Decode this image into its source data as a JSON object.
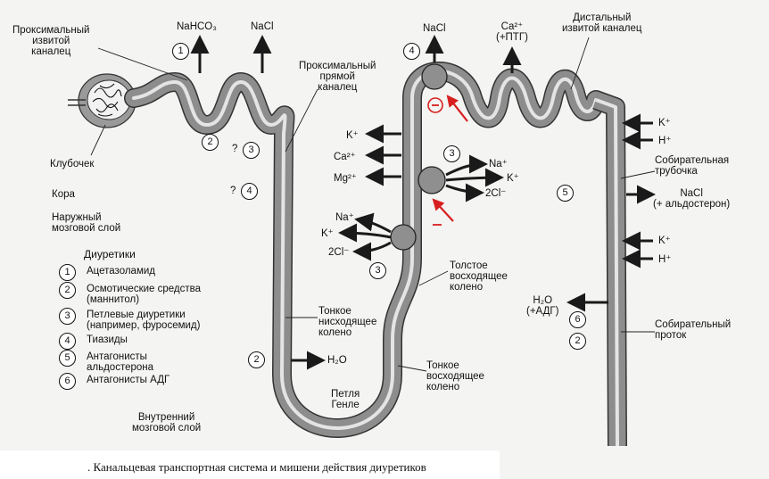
{
  "labels": {
    "proximal_convoluted": "Проксимальный\nизвитой\nканалец",
    "nahco3": "NaHCO₃",
    "nacl_top1": "NaCl",
    "proximal_straight": "Проксимальный\nпрямой\nканалец",
    "nacl_top2": "NaCl",
    "ca_pth": "Ca²⁺\n(+ПТГ)",
    "distal_convoluted": "Дистальный\nизвитой каналец",
    "glomerulus": "Клубочек",
    "cortex": "Кора",
    "outer_medulla": "Наружный\nмозговой слой",
    "k_left": "K⁺",
    "ca_left": "Ca²⁺",
    "mg_left": "Mg²⁺",
    "na_mid": "Na⁺",
    "k_mid": "K⁺",
    "cl_mid": "2Cl⁻",
    "na_low": "Na⁺",
    "k_low": "K⁺",
    "cl_low": "2Cl⁻",
    "k_right1": "K⁺",
    "h_right1": "H⁺",
    "collecting_tubule": "Собирательная\nтрубочка",
    "nacl_aldo": "NaCl\n(+ альдостерон)",
    "k_right2": "K⁺",
    "h_right2": "H⁺",
    "thick_ascending": "Толстое\nвосходящее\nколено",
    "thin_descending": "Тонкое\nнисходящее\nколено",
    "h2o_adh": "H₂O\n(+АДГ)",
    "collecting_duct": "Собирательный\nпроток",
    "h2o": "H₂O",
    "thin_ascending": "Тонкое\nвосходящее\nколено",
    "loop_henle": "Петля\nГенле",
    "inner_medulla": "Внутренний\nмозговой слой",
    "question": "?",
    "minus": "−"
  },
  "site_numbers": {
    "n1": "1",
    "n2": "2",
    "n3": "3",
    "n4": "4",
    "n3b": "3",
    "n4b": "4",
    "n3c": "3",
    "n5": "5",
    "n6": "6",
    "n2b": "2",
    "n2c": "2"
  },
  "legend": {
    "title": "Диуретики",
    "items": [
      {
        "num": "1",
        "text": "Ацетазоламид"
      },
      {
        "num": "2",
        "text": "Осмотические средства\n(маннитол)"
      },
      {
        "num": "3",
        "text": "Петлевые диуретики\n(например, фуросемид)"
      },
      {
        "num": "4",
        "text": "Тиазиды"
      },
      {
        "num": "5",
        "text": "Антагонисты\nальдостерона"
      },
      {
        "num": "6",
        "text": "Антагонисты АДГ"
      }
    ]
  },
  "caption": ". Канальцевая транспортная система и мишени действия диуретиков",
  "colors": {
    "tubule": "#8d8d8d",
    "lumen": "#e4e4e4",
    "arrow": "#1a1a1a",
    "red": "#d81f1f",
    "background": "#f4f4f2"
  }
}
